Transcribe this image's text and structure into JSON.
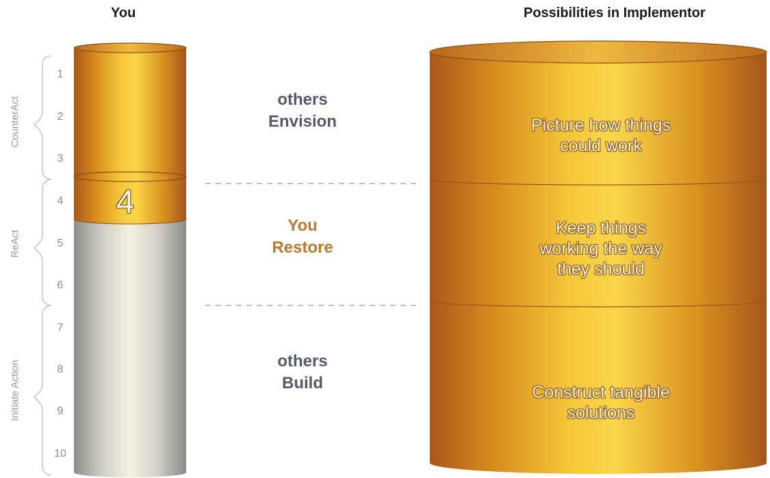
{
  "headers": {
    "left": "You",
    "right": "Possibilities in Implementor"
  },
  "levels": [
    "1",
    "2",
    "3",
    "4",
    "5",
    "6",
    "7",
    "8",
    "9",
    "10"
  ],
  "current_level": "4",
  "groups": [
    {
      "label": "CounterAct"
    },
    {
      "label": "ReAct"
    },
    {
      "label": "Initiate Action"
    }
  ],
  "roles": [
    {
      "line1": "others",
      "line2": "Envision"
    },
    {
      "line1": "You",
      "line2": "Restore"
    },
    {
      "line1": "others",
      "line2": "Build"
    }
  ],
  "descriptions": [
    {
      "line1": "Picture how things",
      "line2": "could work"
    },
    {
      "line1": "Keep things",
      "line2": "working the way",
      "line3": "they should"
    },
    {
      "line1": "Construct tangible",
      "line2": "solutions"
    }
  ],
  "colors": {
    "gold": "#e8a81e",
    "bronze": "#b06018",
    "silver": "#b4b4b0",
    "highlight": "#c0782a",
    "role_text": "#555a68"
  }
}
